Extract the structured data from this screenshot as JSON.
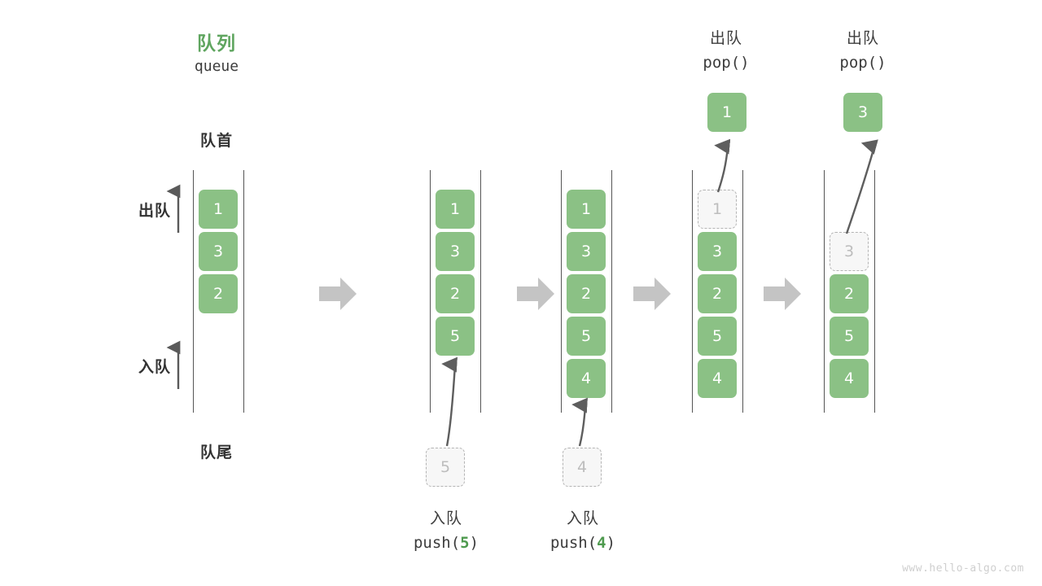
{
  "diagram": {
    "title_cn": "队列",
    "title_en": "queue",
    "head_label": "队首",
    "tail_label": "队尾",
    "dequeue_label": "出队",
    "enqueue_label": "入队",
    "accent_color": "#5fa55f",
    "element_color": "#8bc185",
    "ghost_color": "#f7f7f7",
    "arrow_color": "#c4c4c4",
    "watermark": "www.hello-algo.com"
  },
  "stages": [
    {
      "id": "initial",
      "elements": [
        "1",
        "3",
        "2"
      ],
      "ghost_index": null,
      "op_cn": "",
      "op_code_prefix": "",
      "op_code_num": "",
      "op_code_suffix": ""
    },
    {
      "id": "push-5",
      "elements": [
        "1",
        "3",
        "2",
        "5"
      ],
      "ghost_index": null,
      "incoming": "5",
      "op_cn": "入队",
      "op_code_prefix": "push(",
      "op_code_num": "5",
      "op_code_suffix": ")"
    },
    {
      "id": "push-4",
      "elements": [
        "1",
        "3",
        "2",
        "5",
        "4"
      ],
      "ghost_index": null,
      "incoming": "4",
      "op_cn": "入队",
      "op_code_prefix": "push(",
      "op_code_num": "4",
      "op_code_suffix": ")"
    },
    {
      "id": "pop-1",
      "elements": [
        "1",
        "3",
        "2",
        "5",
        "4"
      ],
      "ghost_index": 0,
      "popped": "1",
      "op_cn": "出队",
      "op_code_prefix": "pop(",
      "op_code_num": "",
      "op_code_suffix": ")"
    },
    {
      "id": "pop-3",
      "elements": [
        "3",
        "2",
        "5",
        "4"
      ],
      "ghost_index": 0,
      "popped": "3",
      "op_cn": "出队",
      "op_code_prefix": "pop(",
      "op_code_num": "",
      "op_code_suffix": ")"
    }
  ],
  "labels": {
    "push5_cn": "入队",
    "push5_code_pre": "push(",
    "push5_code_num": "5",
    "push5_code_post": ")",
    "push4_cn": "入队",
    "push4_code_pre": "push(",
    "push4_code_num": "4",
    "push4_code_post": ")",
    "pop1_cn": "出队",
    "pop1_code": "pop()",
    "pop3_cn": "出队",
    "pop3_code": "pop()"
  },
  "values": {
    "c1_b1": "1",
    "c1_b2": "3",
    "c1_b3": "2",
    "c2_b1": "1",
    "c2_b2": "3",
    "c2_b3": "2",
    "c2_b4": "5",
    "c2_ghost": "5",
    "c3_b1": "1",
    "c3_b2": "3",
    "c3_b3": "2",
    "c3_b4": "5",
    "c3_b5": "4",
    "c3_ghost": "4",
    "c4_g1": "1",
    "c4_b2": "3",
    "c4_b3": "2",
    "c4_b4": "5",
    "c4_b5": "4",
    "c4_popped": "1",
    "c5_g2": "3",
    "c5_b3": "2",
    "c5_b4": "5",
    "c5_b5": "4",
    "c5_popped": "3"
  }
}
